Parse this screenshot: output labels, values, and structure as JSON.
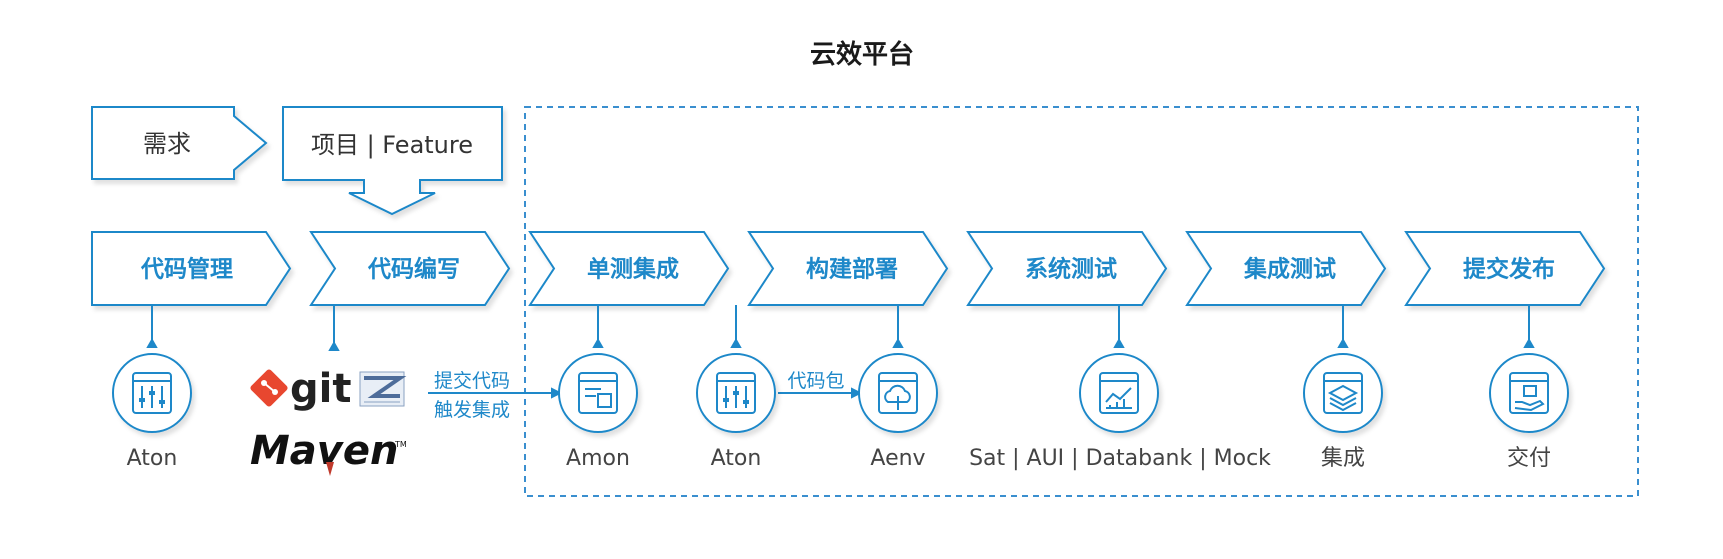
{
  "title": "云效平台",
  "top_flow": {
    "requirement": "需求",
    "project": "项目 | Feature"
  },
  "stages": [
    {
      "id": "code-management",
      "label": "代码管理"
    },
    {
      "id": "code-writing",
      "label": "代码编写"
    },
    {
      "id": "unit-test-integration",
      "label": "单测集成"
    },
    {
      "id": "build-deploy",
      "label": "构建部署"
    },
    {
      "id": "system-test",
      "label": "系统测试"
    },
    {
      "id": "integration-test",
      "label": "集成测试"
    },
    {
      "id": "submit-release",
      "label": "提交发布"
    }
  ],
  "tools": {
    "aton_1": "Aton",
    "amon": "Amon",
    "aton_2": "Aton",
    "aenv": "Aenv",
    "system_test_tools": "Sat | AUI | Databank | Mock",
    "integration": "集成",
    "delivery": "交付"
  },
  "logos": {
    "git": "git",
    "maven": "Maven",
    "maven_tm": "TM",
    "git_icon": "git-logo-icon",
    "other_icon": "stripe-logo-icon"
  },
  "notes": {
    "submit_code": "提交代码",
    "trigger_integration": "触发集成",
    "code_package": "代码包"
  },
  "colors": {
    "accent": "#1e88c9",
    "git_red": "#e8472f",
    "maven_red": "#c0392b"
  }
}
